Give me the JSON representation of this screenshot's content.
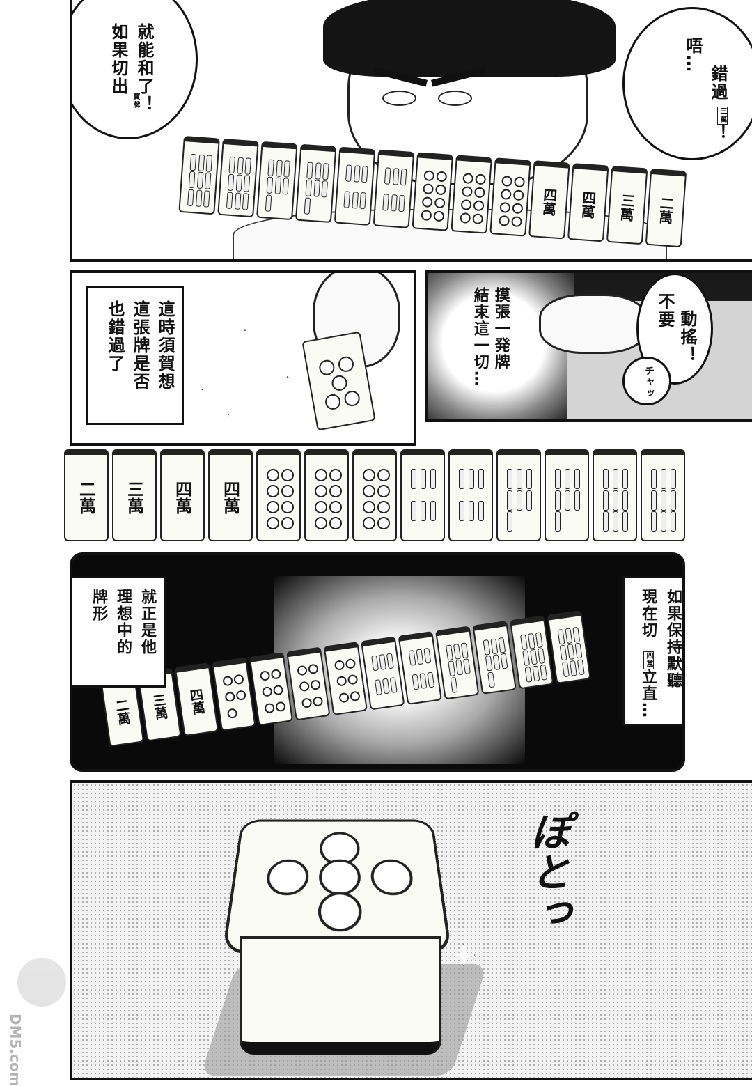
{
  "panel1": {
    "left_bubble": [
      "如果切出",
      "就能和了！"
    ],
    "left_bubble_ruby": "寶牌",
    "right_bubble": [
      "唔…",
      "錯過",
      "！"
    ],
    "right_bubble_tile": "三萬"
  },
  "panel2": {
    "caption": [
      "這時須賀想",
      "這張牌是否",
      "也錯過了"
    ]
  },
  "panel3": {
    "inner_text": [
      "摸張一発牌",
      "結束這一切…"
    ],
    "bubble": [
      "不要",
      "動搖！"
    ],
    "sfx": "チャッ"
  },
  "panel4": {
    "tiles": [
      "二萬",
      "三萬",
      "四萬",
      "四萬",
      "8筒",
      "8筒",
      "8筒",
      "6條",
      "6條",
      "7條",
      "7條",
      "9條",
      "9條"
    ]
  },
  "panel5": {
    "left_caption": [
      "就正是他",
      "理想中的",
      "牌形"
    ],
    "right_caption": [
      "如果保持默聽",
      "現在切",
      "立直…"
    ],
    "right_caption_tile": "四萬",
    "tiles": [
      "二萬",
      "三萬",
      "四萬",
      "5筒",
      "6筒",
      "6筒",
      "6筒",
      "6條",
      "6條",
      "7條",
      "7條",
      "9條",
      "9條"
    ]
  },
  "panel6": {
    "sfx": "ぽとっ"
  },
  "watermark": "DM5.com"
}
